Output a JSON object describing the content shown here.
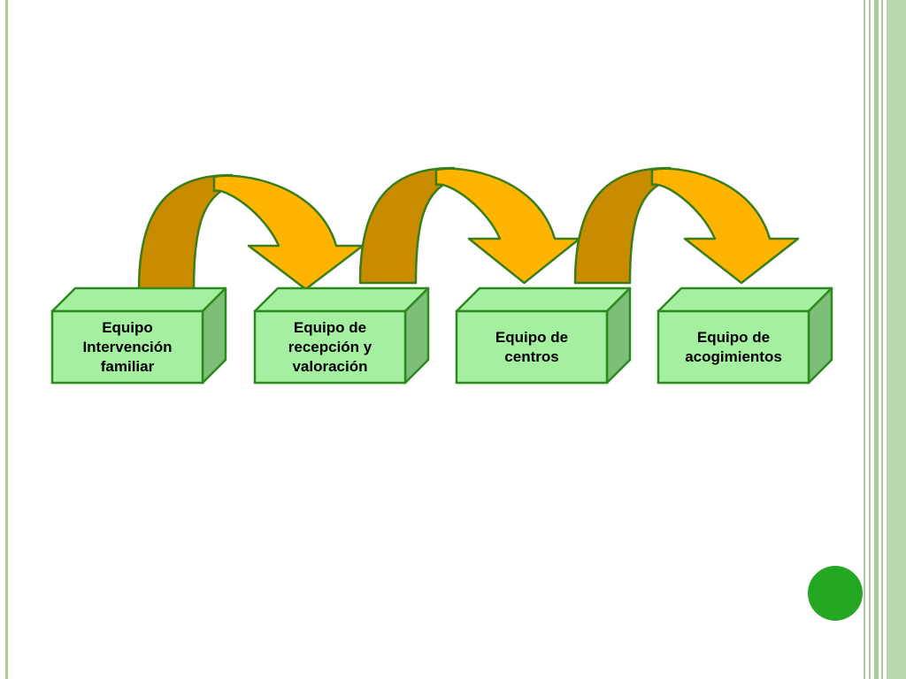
{
  "diagram": {
    "steps": [
      {
        "label": "Equipo\nIntervención\nfamiliar"
      },
      {
        "label": "Equipo de\nrecepción y\nvaloración"
      },
      {
        "label": "Equipo de\ncentros"
      },
      {
        "label": "Equipo de\nacogimientos"
      }
    ],
    "connectors": [
      {
        "from": "Equipo\nIntervención\nfamiliar",
        "to": "Equipo de\nrecepción y\nvaloración"
      },
      {
        "from": "Equipo de\nrecepción y\nvaloración",
        "to": "Equipo de\ncentros"
      },
      {
        "from": "Equipo de\ncentros",
        "to": "Equipo de\nacogimientos"
      }
    ]
  },
  "colors": {
    "box_front": "#a5f0a0",
    "box_side": "#7dbf78",
    "box_border": "#2d8a1e",
    "arrow_light": "#ffb400",
    "arrow_dark": "#c98b00",
    "arrow_border": "#3a7d1a",
    "accent_dot": "#24a824",
    "decor_stripe": "#a9cf9b"
  }
}
